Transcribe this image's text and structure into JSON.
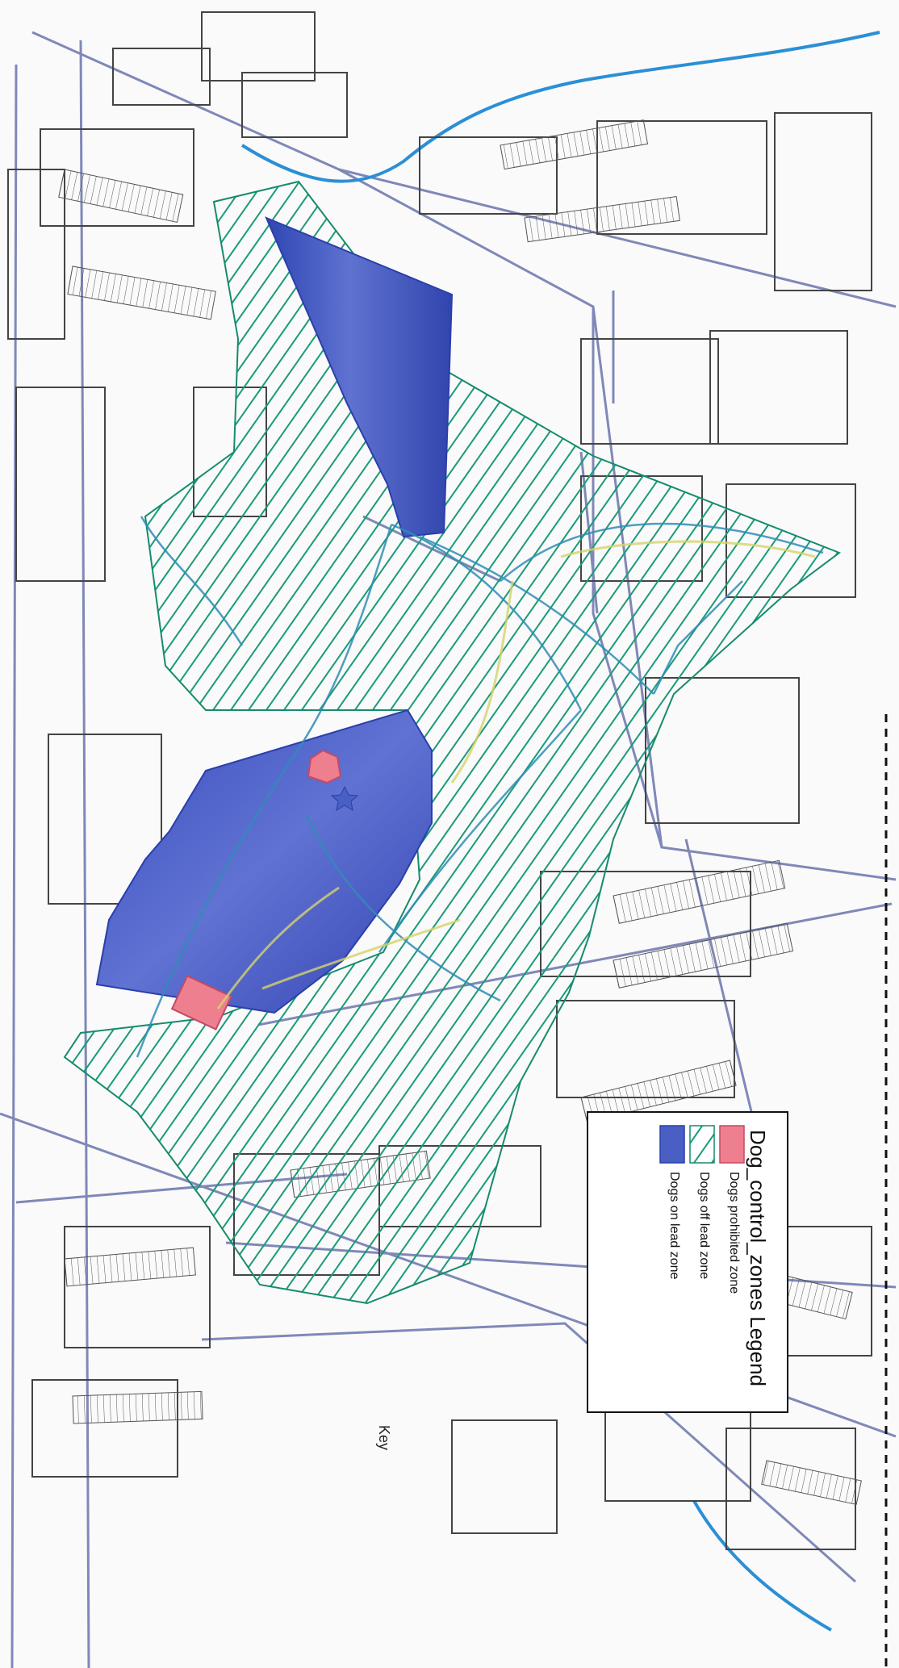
{
  "map": {
    "colors": {
      "prohibited": "#ee7f8e",
      "off_lead_stripe": "#1a9a7a",
      "on_lead": "#4a5fc4",
      "roads": "#7b86b7",
      "buildings": "#444444",
      "water": "#2b8fd6"
    }
  },
  "legend": {
    "title": "Dog_control_zones Legend",
    "items": [
      {
        "label": "Dogs prohibited zone",
        "swatch": "prohibited"
      },
      {
        "label": "Dogs off lead zone",
        "swatch": "off_lead"
      },
      {
        "label": "Dogs on lead zone",
        "swatch": "on_lead"
      }
    ]
  },
  "labels": {
    "key": "Key"
  }
}
